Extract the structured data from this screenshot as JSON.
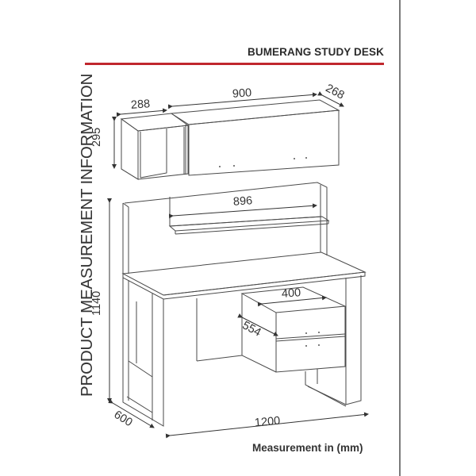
{
  "header": {
    "title": "BUMERANG STUDY DESK",
    "accent_color": "#c0272d"
  },
  "side_title": "PRODUCT MEASUREMENT INFORMATION",
  "footer": {
    "unit_note": "Measurement in (mm)"
  },
  "dimensions": {
    "small_shelf_width": "288",
    "wall_cabinet_width": "900",
    "wall_cabinet_depth": "268",
    "wall_unit_height": "295",
    "hutch_shelf_width": "896",
    "desk_height": "1140",
    "drawer_width": "400",
    "drawer_depth": "554",
    "desk_depth": "600",
    "desk_width": "1200"
  },
  "components": [
    "open wall shelf",
    "wall cabinet with flap door",
    "desk with hutch shelf",
    "two-drawer unit"
  ]
}
